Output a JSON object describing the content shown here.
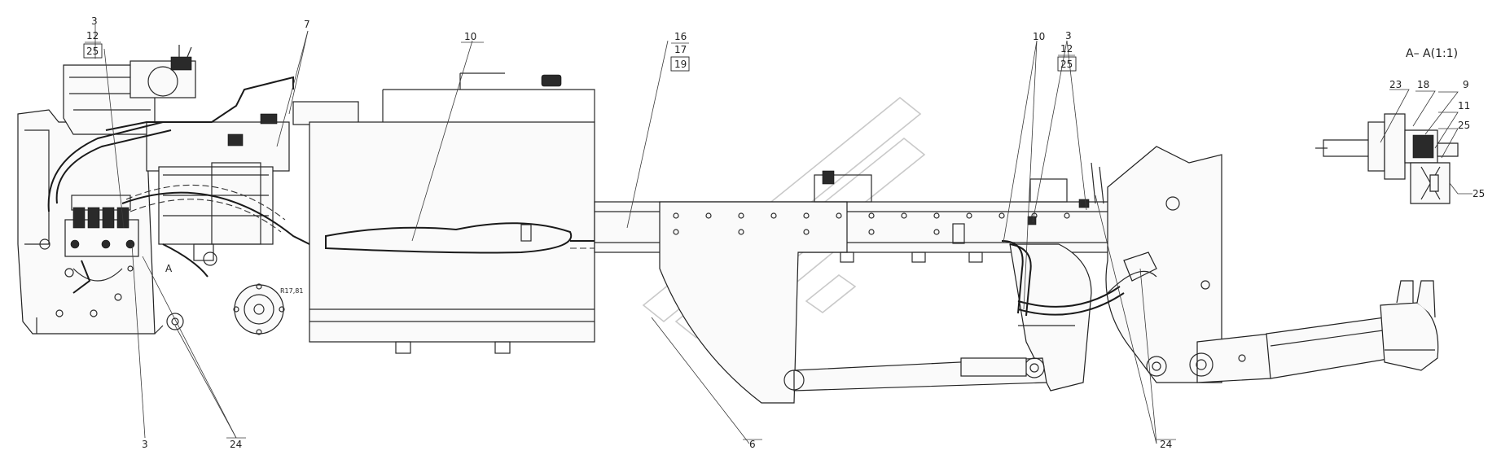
{
  "labels": {
    "c3_tl": "3",
    "c12_tl": "12",
    "c25_tl": "25",
    "c7": "7",
    "c10_a": "10",
    "c16": "16",
    "c17": "17",
    "c19": "19",
    "c10_b": "10",
    "c3_tr": "3",
    "c12_tr": "12",
    "c25_tr": "25",
    "section_title": "A– A(1:1)",
    "c23": "23",
    "c18": "18",
    "c9": "9",
    "c11": "11",
    "c25_s1": "25",
    "c25_s2": "25",
    "c3_b": "3",
    "c24_b": "24",
    "c6": "6",
    "c24_br": "24",
    "view_a": "A",
    "stamp": "R17,81"
  }
}
